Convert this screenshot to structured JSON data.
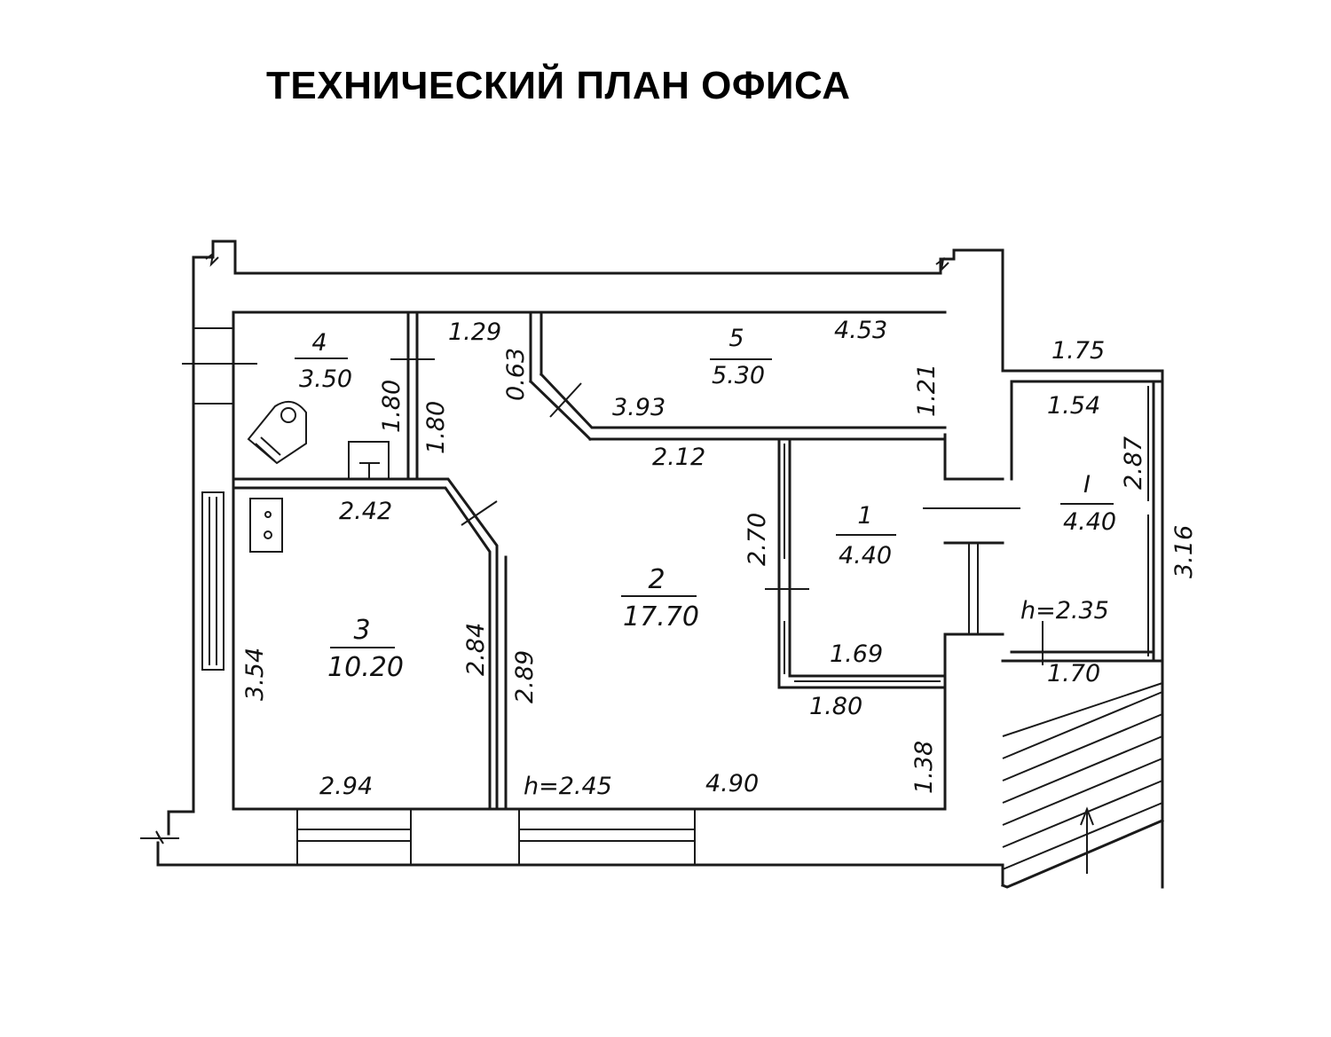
{
  "title": "ТЕХНИЧЕСКИЙ ПЛАН ОФИСА",
  "rooms": [
    {
      "id": "room-4",
      "number": "4",
      "area": "3.50"
    },
    {
      "id": "room-5",
      "number": "5",
      "area": "5.30"
    },
    {
      "id": "room-3",
      "number": "3",
      "area": "10.20"
    },
    {
      "id": "room-2",
      "number": "2",
      "area": "17.70"
    },
    {
      "id": "room-1",
      "number": "1",
      "area": "4.40"
    },
    {
      "id": "room-I",
      "number": "I",
      "area": "4.40"
    }
  ],
  "dimensions": {
    "d129": "1.29",
    "d453": "4.53",
    "d063": "0.63",
    "d121": "1.21",
    "d180a": "1.80",
    "d180b": "1.80",
    "d393": "3.93",
    "d212": "2.12",
    "d242": "2.42",
    "d270": "2.70",
    "d284": "2.84",
    "d289": "2.89",
    "d354": "3.54",
    "d169": "1.69",
    "d180c": "1.80",
    "d138": "1.38",
    "d294": "2.94",
    "d490": "4.90",
    "d175": "1.75",
    "d154": "1.54",
    "d287": "2.87",
    "d316": "3.16",
    "d170": "1.70"
  },
  "heights": {
    "main": "h=2.45",
    "annex": "h=2.35"
  }
}
